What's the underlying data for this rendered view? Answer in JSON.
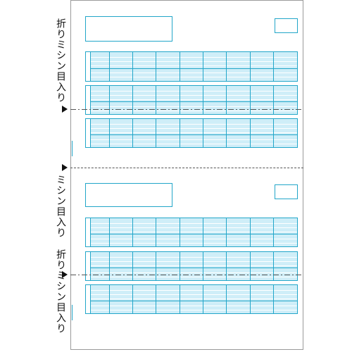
{
  "labels": {
    "fold_perforation_full": "折りミシン目入り",
    "perforation_only": "ミシン目入り",
    "fold_perforation_bottom": "折りミシン目入り"
  }
}
